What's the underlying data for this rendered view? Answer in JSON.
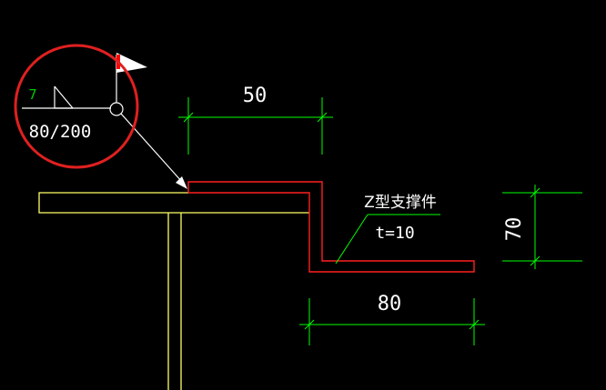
{
  "colors": {
    "background": "#000000",
    "dimension": "#00ff00",
    "steel": "#ffff66",
    "bracket": "#ff2020",
    "text": "#ffffff",
    "highlight_circle": "#e02020",
    "weld_flag": "#ffffff",
    "weld_flag_accent": "#ff0000",
    "weld_size": "#00cc00"
  },
  "weld_symbol": {
    "size": "7",
    "spec": "80/200"
  },
  "dimensions": {
    "top_width": "50",
    "bottom_width": "80",
    "height": "70"
  },
  "bracket_label": {
    "name": "Z型支撑件",
    "thickness": "t=10"
  }
}
